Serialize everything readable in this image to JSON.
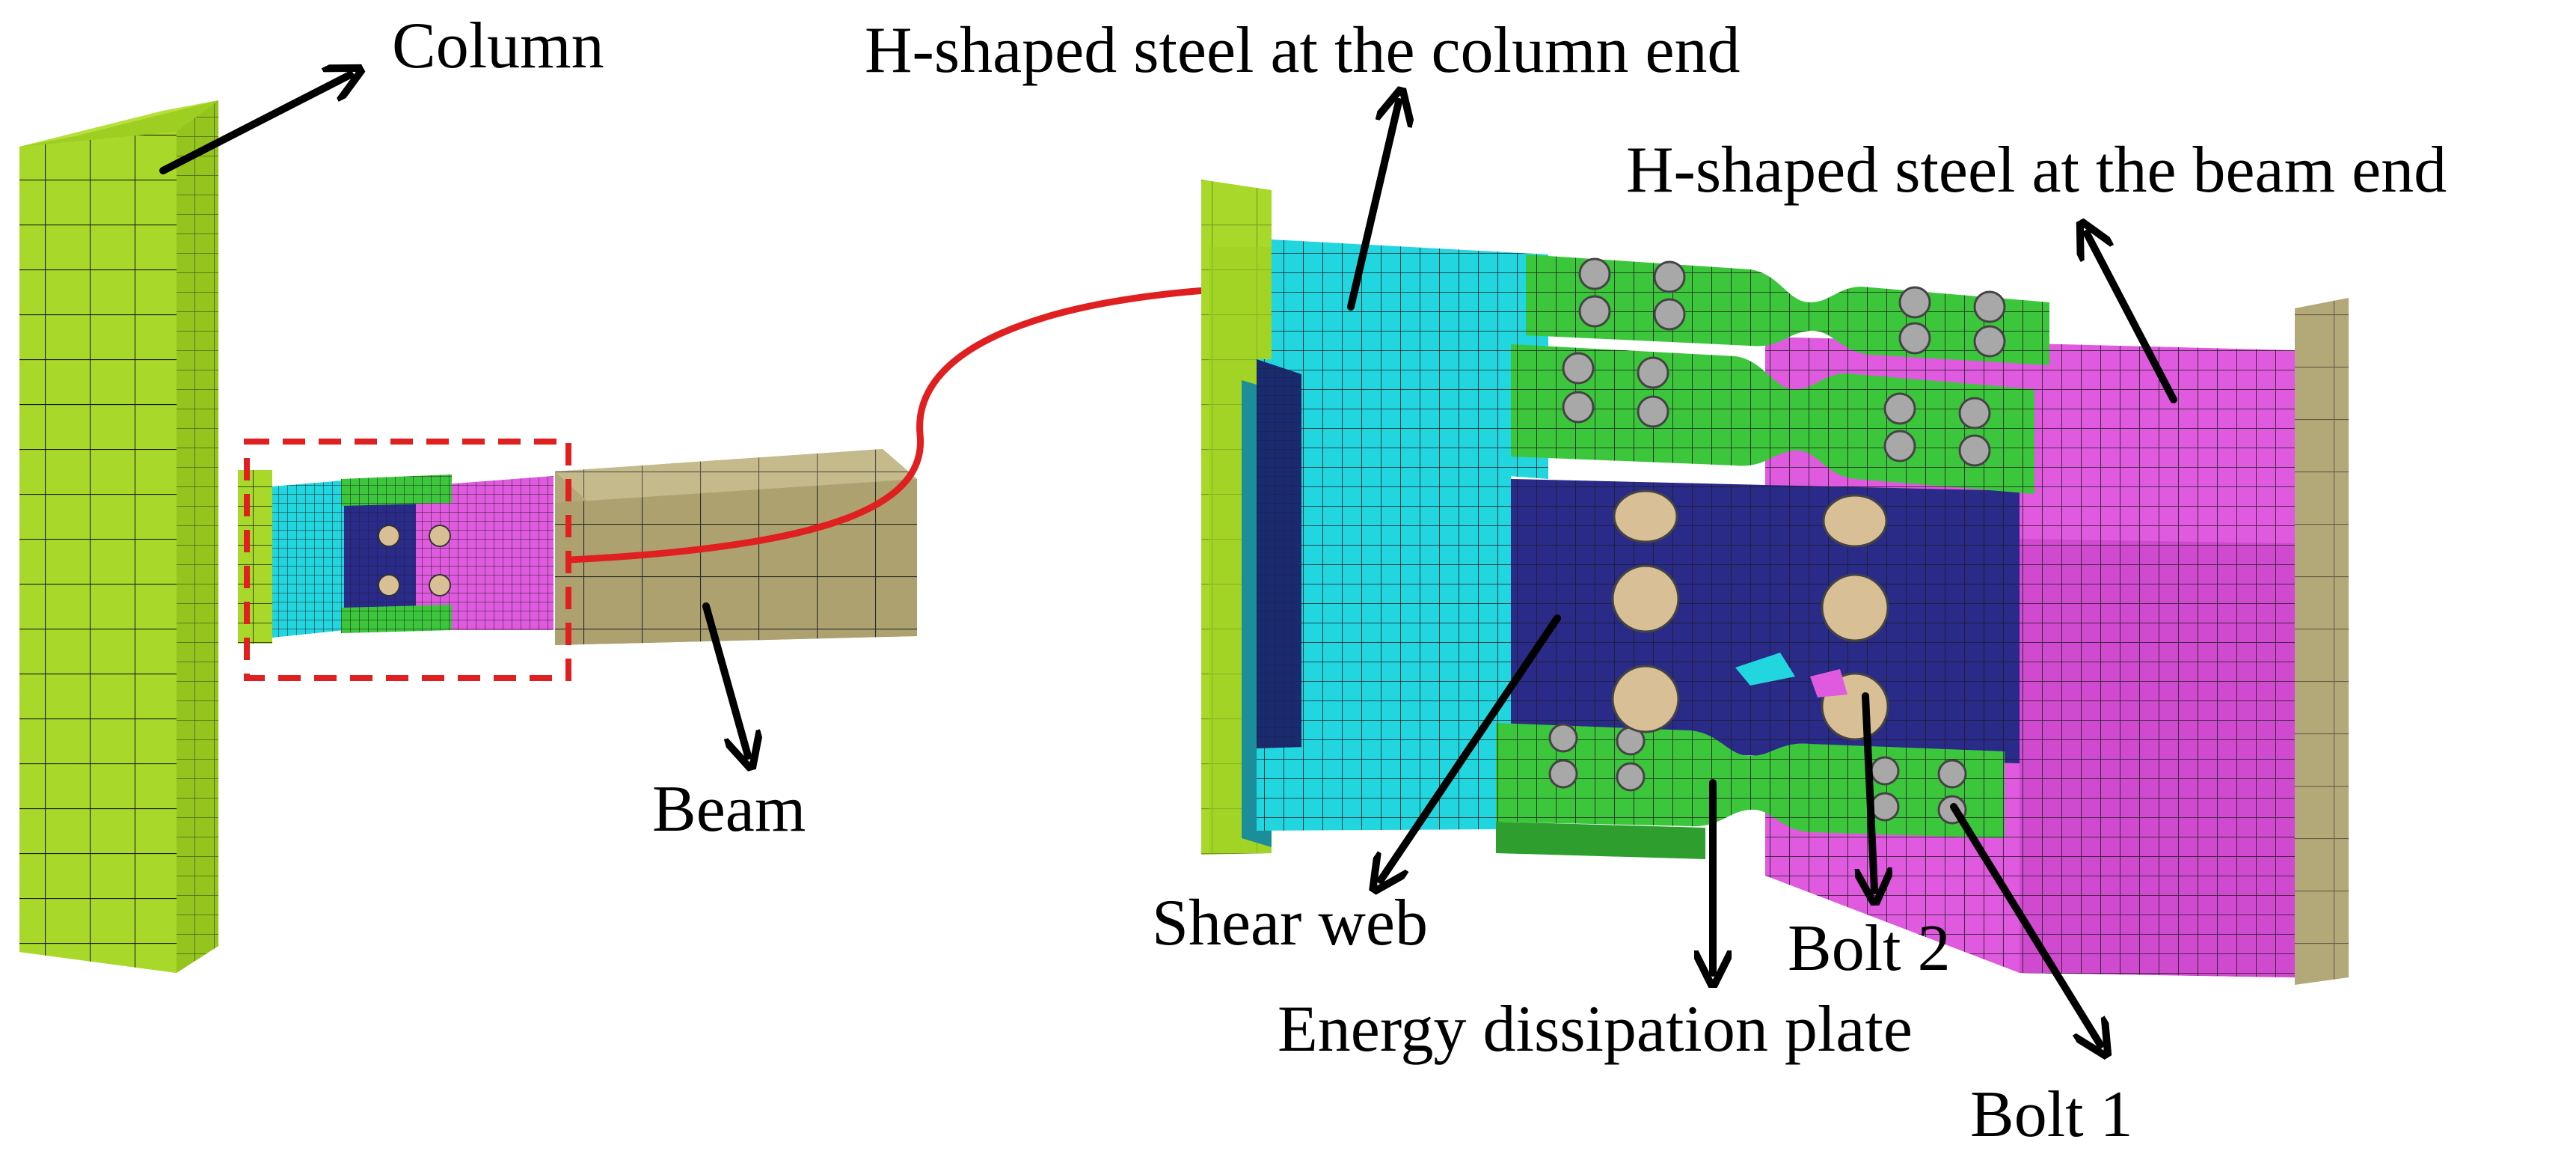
{
  "labels": {
    "column": "Column",
    "beam": "Beam",
    "h_steel_column_end": "H-shaped steel at the column end",
    "h_steel_beam_end": "H-shaped steel at the beam end",
    "shear_web": "Shear web",
    "bolt_2": "Bolt 2",
    "energy_plate": "Energy dissipation plate",
    "bolt_1": "Bolt 1"
  },
  "colors": {
    "column": "#a8d92a",
    "beam": "#b3a878",
    "h_steel_column_end": "#22d6e0",
    "h_steel_beam_end": "#e05ae0",
    "shear_web": "#2a2a88",
    "energy_plate": "#3cc63c",
    "bolt": "#a8a8a8",
    "shear_bolt": "#d9bf96",
    "highlight": "#e02020",
    "mesh_line": "#1a1a1a",
    "annotation": "#000000"
  }
}
